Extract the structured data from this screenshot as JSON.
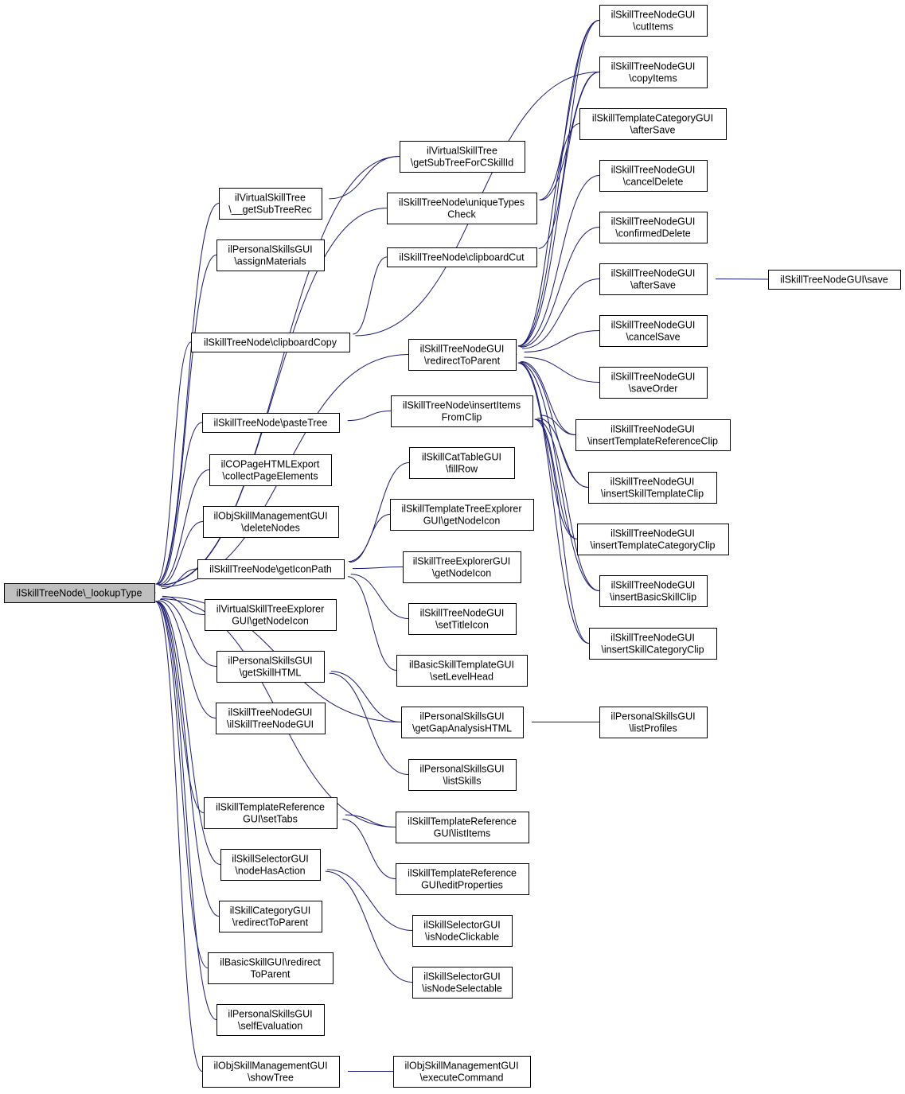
{
  "nodes": [
    {
      "id": "root",
      "lines": [
        "ilSkillTreeNode\\_lookupType"
      ]
    },
    {
      "id": "vst_getSubTreeRec",
      "lines": [
        "ilVirtualSkillTree",
        "\\__getSubTreeRec"
      ]
    },
    {
      "id": "psg_assignMaterials",
      "lines": [
        "ilPersonalSkillsGUI",
        "\\assignMaterials"
      ]
    },
    {
      "id": "stn_clipboardCopy",
      "lines": [
        "ilSkillTreeNode\\clipboardCopy"
      ]
    },
    {
      "id": "stn_pasteTree",
      "lines": [
        "ilSkillTreeNode\\pasteTree"
      ]
    },
    {
      "id": "cop_collect",
      "lines": [
        "ilCOPageHTMLExport",
        "\\collectPageElements"
      ]
    },
    {
      "id": "osm_deleteNodes",
      "lines": [
        "ilObjSkillManagementGUI",
        "\\deleteNodes"
      ]
    },
    {
      "id": "stn_getIconPath",
      "lines": [
        "ilSkillTreeNode\\getIconPath"
      ]
    },
    {
      "id": "vste_getNodeIcon",
      "lines": [
        "ilVirtualSkillTreeExplorer",
        "GUI\\getNodeIcon"
      ]
    },
    {
      "id": "psg_getSkillHTML",
      "lines": [
        "ilPersonalSkillsGUI",
        "\\getSkillHTML"
      ]
    },
    {
      "id": "stng_ctor",
      "lines": [
        "ilSkillTreeNodeGUI",
        "\\ilSkillTreeNodeGUI"
      ]
    },
    {
      "id": "strg_setTabs",
      "lines": [
        "ilSkillTemplateReference",
        "GUI\\setTabs"
      ]
    },
    {
      "id": "ssg_nodeHasAction",
      "lines": [
        "ilSkillSelectorGUI",
        "\\nodeHasAction"
      ]
    },
    {
      "id": "scg_redirect",
      "lines": [
        "ilSkillCategoryGUI",
        "\\redirectToParent"
      ]
    },
    {
      "id": "bsg_redirect",
      "lines": [
        "ilBasicSkillGUI\\redirect",
        "ToParent"
      ]
    },
    {
      "id": "psg_selfEval",
      "lines": [
        "ilPersonalSkillsGUI",
        "\\selfEvaluation"
      ]
    },
    {
      "id": "osm_showTree",
      "lines": [
        "ilObjSkillManagementGUI",
        "\\showTree"
      ]
    },
    {
      "id": "vst_getSubTreeForCSkill",
      "lines": [
        "ilVirtualSkillTree",
        "\\getSubTreeForCSkillId"
      ]
    },
    {
      "id": "stn_uniqueTypes",
      "lines": [
        "ilSkillTreeNode\\uniqueTypes",
        "Check"
      ]
    },
    {
      "id": "stn_clipboardCut",
      "lines": [
        "ilSkillTreeNode\\clipboardCut"
      ]
    },
    {
      "id": "stng_redirect",
      "lines": [
        "ilSkillTreeNodeGUI",
        "\\redirectToParent"
      ]
    },
    {
      "id": "stn_insertItems",
      "lines": [
        "ilSkillTreeNode\\insertItems",
        "FromClip"
      ]
    },
    {
      "id": "sctg_fillRow",
      "lines": [
        "ilSkillCatTableGUI",
        "\\fillRow"
      ]
    },
    {
      "id": "stte_getNodeIcon",
      "lines": [
        "ilSkillTemplateTreeExplorer",
        "GUI\\getNodeIcon"
      ]
    },
    {
      "id": "ste_getNodeIcon",
      "lines": [
        "ilSkillTreeExplorerGUI",
        "\\getNodeIcon"
      ]
    },
    {
      "id": "stng_setTitleIcon",
      "lines": [
        "ilSkillTreeNodeGUI",
        "\\setTitleIcon"
      ]
    },
    {
      "id": "bstg_setLevelHead",
      "lines": [
        "ilBasicSkillTemplateGUI",
        "\\setLevelHead"
      ]
    },
    {
      "id": "psg_gapAnalysis",
      "lines": [
        "ilPersonalSkillsGUI",
        "\\getGapAnalysisHTML"
      ]
    },
    {
      "id": "psg_listSkills",
      "lines": [
        "ilPersonalSkillsGUI",
        "\\listSkills"
      ]
    },
    {
      "id": "strg_listItems",
      "lines": [
        "ilSkillTemplateReference",
        "GUI\\listItems"
      ]
    },
    {
      "id": "strg_editProps",
      "lines": [
        "ilSkillTemplateReference",
        "GUI\\editProperties"
      ]
    },
    {
      "id": "ssg_isNodeClickable",
      "lines": [
        "ilSkillSelectorGUI",
        "\\isNodeClickable"
      ]
    },
    {
      "id": "ssg_isNodeSelectable",
      "lines": [
        "ilSkillSelectorGUI",
        "\\isNodeSelectable"
      ]
    },
    {
      "id": "osm_executeCommand",
      "lines": [
        "ilObjSkillManagementGUI",
        "\\executeCommand"
      ]
    },
    {
      "id": "stng_cutItems",
      "lines": [
        "ilSkillTreeNodeGUI",
        "\\cutItems"
      ]
    },
    {
      "id": "stng_copyItems",
      "lines": [
        "ilSkillTreeNodeGUI",
        "\\copyItems"
      ]
    },
    {
      "id": "stcg_afterSave",
      "lines": [
        "ilSkillTemplateCategoryGUI",
        "\\afterSave"
      ]
    },
    {
      "id": "stng_cancelDelete",
      "lines": [
        "ilSkillTreeNodeGUI",
        "\\cancelDelete"
      ]
    },
    {
      "id": "stng_confirmedDelete",
      "lines": [
        "ilSkillTreeNodeGUI",
        "\\confirmedDelete"
      ]
    },
    {
      "id": "stng_afterSave",
      "lines": [
        "ilSkillTreeNodeGUI",
        "\\afterSave"
      ]
    },
    {
      "id": "stng_cancelSave",
      "lines": [
        "ilSkillTreeNodeGUI",
        "\\cancelSave"
      ]
    },
    {
      "id": "stng_saveOrder",
      "lines": [
        "ilSkillTreeNodeGUI",
        "\\saveOrder"
      ]
    },
    {
      "id": "stng_insTplRef",
      "lines": [
        "ilSkillTreeNodeGUI",
        "\\insertTemplateReferenceClip"
      ]
    },
    {
      "id": "stng_insSkillTpl",
      "lines": [
        "ilSkillTreeNodeGUI",
        "\\insertSkillTemplateClip"
      ]
    },
    {
      "id": "stng_insTplCat",
      "lines": [
        "ilSkillTreeNodeGUI",
        "\\insertTemplateCategoryClip"
      ]
    },
    {
      "id": "stng_insBasic",
      "lines": [
        "ilSkillTreeNodeGUI",
        "\\insertBasicSkillClip"
      ]
    },
    {
      "id": "stng_insSkillCat",
      "lines": [
        "ilSkillTreeNodeGUI",
        "\\insertSkillCategoryClip"
      ]
    },
    {
      "id": "stng_save",
      "lines": [
        "ilSkillTreeNodeGUI\\save"
      ]
    },
    {
      "id": "psg_listProfiles",
      "lines": [
        "ilPersonalSkillsGUI",
        "\\listProfiles"
      ]
    }
  ],
  "edges": [
    [
      "vst_getSubTreeRec",
      "root"
    ],
    [
      "psg_assignMaterials",
      "root"
    ],
    [
      "stn_clipboardCopy",
      "root"
    ],
    [
      "stn_pasteTree",
      "root"
    ],
    [
      "cop_collect",
      "root"
    ],
    [
      "osm_deleteNodes",
      "root"
    ],
    [
      "stn_getIconPath",
      "root"
    ],
    [
      "vste_getNodeIcon",
      "root"
    ],
    [
      "psg_getSkillHTML",
      "root"
    ],
    [
      "stng_ctor",
      "root"
    ],
    [
      "strg_setTabs",
      "root"
    ],
    [
      "ssg_nodeHasAction",
      "root"
    ],
    [
      "scg_redirect",
      "root"
    ],
    [
      "bsg_redirect",
      "root"
    ],
    [
      "psg_selfEval",
      "root"
    ],
    [
      "osm_showTree",
      "root"
    ],
    [
      "vst_getSubTreeForCSkill",
      "root"
    ],
    [
      "stn_uniqueTypes",
      "root"
    ],
    [
      "stng_redirect",
      "root"
    ],
    [
      "psg_gapAnalysis",
      "root"
    ],
    [
      "strg_listItems",
      "root"
    ],
    [
      "vst_getSubTreeForCSkill",
      "vst_getSubTreeRec"
    ],
    [
      "stn_clipboardCut",
      "stn_clipboardCopy"
    ],
    [
      "stng_copyItems",
      "stn_clipboardCopy"
    ],
    [
      "stn_insertItems",
      "stn_pasteTree"
    ],
    [
      "sctg_fillRow",
      "stn_getIconPath"
    ],
    [
      "stte_getNodeIcon",
      "stn_getIconPath"
    ],
    [
      "ste_getNodeIcon",
      "stn_getIconPath"
    ],
    [
      "stng_setTitleIcon",
      "stn_getIconPath"
    ],
    [
      "bstg_setLevelHead",
      "stn_getIconPath"
    ],
    [
      "psg_gapAnalysis",
      "psg_getSkillHTML"
    ],
    [
      "psg_listSkills",
      "psg_getSkillHTML"
    ],
    [
      "strg_listItems",
      "strg_setTabs"
    ],
    [
      "strg_editProps",
      "strg_setTabs"
    ],
    [
      "ssg_isNodeClickable",
      "ssg_nodeHasAction"
    ],
    [
      "ssg_isNodeSelectable",
      "ssg_nodeHasAction"
    ],
    [
      "osm_executeCommand",
      "osm_showTree"
    ],
    [
      "stng_cutItems",
      "stn_uniqueTypes"
    ],
    [
      "stng_copyItems",
      "stn_uniqueTypes"
    ],
    [
      "stng_cutItems",
      "stn_clipboardCut"
    ],
    [
      "stng_cutItems",
      "stng_redirect"
    ],
    [
      "stng_copyItems",
      "stng_redirect"
    ],
    [
      "stcg_afterSave",
      "stng_redirect"
    ],
    [
      "stng_cancelDelete",
      "stng_redirect"
    ],
    [
      "stng_confirmedDelete",
      "stng_redirect"
    ],
    [
      "stng_afterSave",
      "stng_redirect"
    ],
    [
      "stng_cancelSave",
      "stng_redirect"
    ],
    [
      "stng_saveOrder",
      "stng_redirect"
    ],
    [
      "stng_insTplRef",
      "stng_redirect"
    ],
    [
      "stng_insSkillTpl",
      "stng_redirect"
    ],
    [
      "stng_insTplCat",
      "stng_redirect"
    ],
    [
      "stng_insBasic",
      "stng_redirect"
    ],
    [
      "stng_insSkillCat",
      "stng_redirect"
    ],
    [
      "stng_insTplRef",
      "stn_insertItems"
    ],
    [
      "stng_insSkillTpl",
      "stn_insertItems"
    ],
    [
      "stng_insTplCat",
      "stn_insertItems"
    ],
    [
      "stng_insBasic",
      "stn_insertItems"
    ],
    [
      "stng_insSkillCat",
      "stn_insertItems"
    ],
    [
      "stng_save",
      "stng_afterSave"
    ],
    [
      "psg_listProfiles",
      "psg_gapAnalysis"
    ]
  ]
}
